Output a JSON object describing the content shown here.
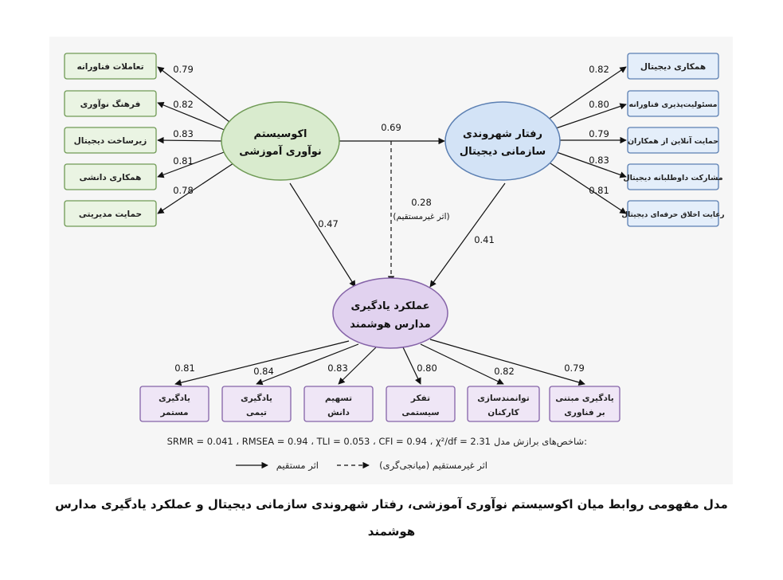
{
  "constructs": {
    "ecosystem": {
      "line1": "اکوسیستم",
      "line2": "نوآوری آموزشی"
    },
    "citizenship": {
      "line1": "رفتار شهروندی",
      "line2": "سازمانی دیجیتال"
    },
    "performance": {
      "line1": "عملکرد یادگیری",
      "line2": "مدارس هوشمند"
    }
  },
  "ecosystem_indicators": [
    {
      "label": "تعاملات فناورانه",
      "loading": "0.79"
    },
    {
      "label": "فرهنگ نوآوری",
      "loading": "0.82"
    },
    {
      "label": "زیرساخت دیجیتال",
      "loading": "0.83"
    },
    {
      "label": "همکاری دانشی",
      "loading": "0.81"
    },
    {
      "label": "حمایت مدیریتی",
      "loading": "0.78"
    }
  ],
  "citizenship_indicators": [
    {
      "label": "همکاری دیجیتال",
      "loading": "0.82"
    },
    {
      "label": "مسئولیت‌پذیری فناورانه",
      "loading": "0.80"
    },
    {
      "label": "حمایت آنلاین از همکاران",
      "loading": "0.79"
    },
    {
      "label": "مشارکت داوطلبانه دیجیتال",
      "loading": "0.83"
    },
    {
      "label": "رعایت اخلاق حرفه‌ای دیجیتال",
      "loading": "0.81"
    }
  ],
  "performance_indicators": [
    {
      "line1": "یادگیری",
      "line2": "مستمر",
      "loading": "0.81"
    },
    {
      "line1": "یادگیری",
      "line2": "تیمی",
      "loading": "0.84"
    },
    {
      "line1": "تسهیم",
      "line2": "دانش",
      "loading": "0.83"
    },
    {
      "line1": "تفکر",
      "line2": "سیستمی",
      "loading": "0.80"
    },
    {
      "line1": "توانمندسازی",
      "line2": "کارکنان",
      "loading": "0.82"
    },
    {
      "line1": "یادگیری مبتنی",
      "line2": "بر فناوری",
      "loading": "0.79"
    }
  ],
  "paths": {
    "eco_to_cit": "0.69",
    "eco_to_perf": "0.47",
    "cit_to_perf": "0.41",
    "indirect_value": "0.28",
    "indirect_label": "(اثر غیرمستقیم)"
  },
  "fit_indices": {
    "values": "SRMR = 0.041 ، RMSEA = 0.94 ، TLI = 0.053 ، CFI = 0.94 ، χ²/df = 2.31",
    "label": "شاخص‌های برازش مدل:"
  },
  "legend": {
    "direct": "اثر مستقیم",
    "indirect": "اثر غیرمستقیم (میانجی‌گری)"
  },
  "caption": "مدل مفهومی روابط میان اکوسیستم نوآوری آموزشی، رفتار شهروندی سازمانی دیجیتال و عملکرد یادگیری مدارس هوشمند",
  "colors": {
    "green_fill": "#d9ebce",
    "green_stroke": "#6f9a55",
    "blue_fill": "#d3e3f6",
    "blue_stroke": "#5b7fb2",
    "purple_fill": "#e1d2ef",
    "purple_stroke": "#8563a8"
  }
}
